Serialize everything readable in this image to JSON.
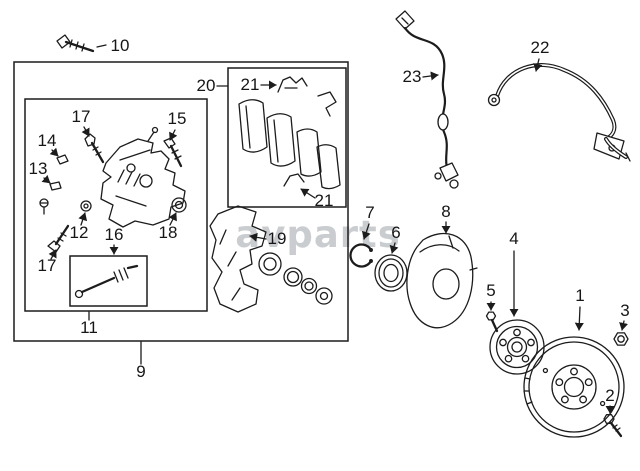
{
  "watermark": {
    "text": "avparts",
    "color": "#b6babe"
  },
  "colors": {
    "line": "#1c1c1c",
    "text": "#161616",
    "background": "#ffffff"
  },
  "callouts": {
    "n1": "1",
    "n2": "2",
    "n3": "3",
    "n4": "4",
    "n5": "5",
    "n6": "6",
    "n7": "7",
    "n8": "8",
    "n9": "9",
    "n10": "10",
    "n11": "11",
    "n12": "12",
    "n13": "13",
    "n14": "14",
    "n15": "15",
    "n16": "16",
    "n17a": "17",
    "n17b": "17",
    "n18": "18",
    "n19": "19",
    "n20": "20",
    "n21a": "21",
    "n21b": "21",
    "n22": "22",
    "n23": "23"
  }
}
